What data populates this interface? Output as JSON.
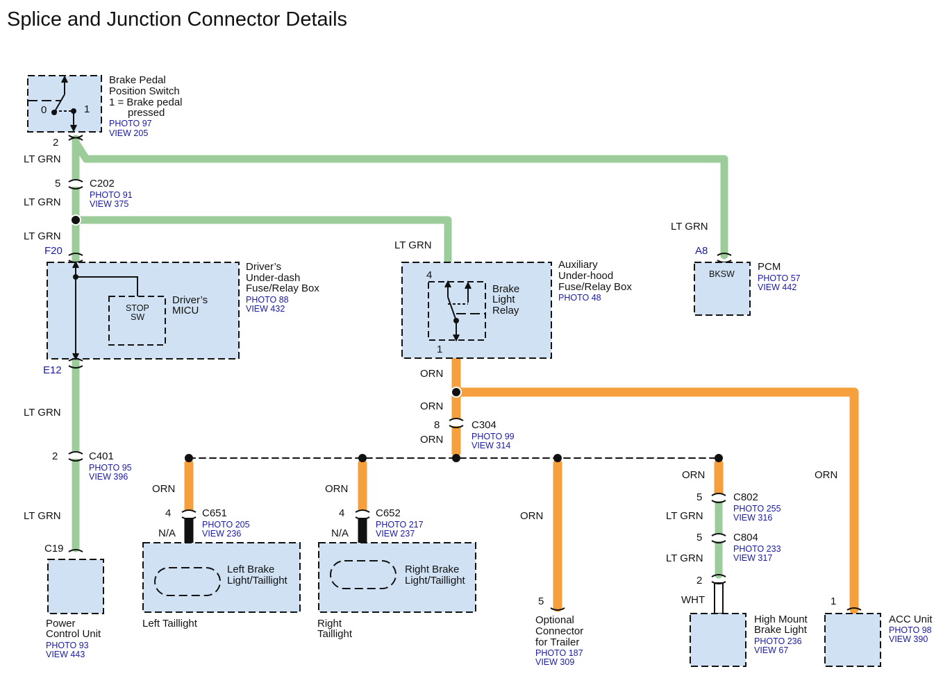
{
  "title": "Splice and Junction Connector Details",
  "colors": {
    "lt_grn": "#9ccc9a",
    "orn": "#f5a03c",
    "box_fill": "#cfe1f3",
    "ref_blue": "#1a1aa6"
  },
  "components": {
    "brake_switch": {
      "name1": "Brake Pedal",
      "name2": "Position Switch",
      "note1": "1 = Brake pedal",
      "note2": "pressed",
      "photo": "PHOTO 97",
      "view": "VIEW 205",
      "pos0": "0",
      "pos1": "1",
      "pin": "2"
    },
    "c202": {
      "name": "C202",
      "photo": "PHOTO 91",
      "view": "VIEW 375",
      "pin": "5"
    },
    "underdash": {
      "name1": "Driver’s",
      "name2": "Under-dash",
      "name3": "Fuse/Relay Box",
      "photo": "PHOTO 88",
      "view": "VIEW 432",
      "pin_top": "F20",
      "pin_bot": "E12",
      "stop1": "STOP",
      "stop2": "SW",
      "micu1": "Driver’s",
      "micu2": "MICU"
    },
    "c401": {
      "name": "C401",
      "photo": "PHOTO 95",
      "view": "VIEW 396",
      "pin": "2"
    },
    "pcu": {
      "name1": "Power",
      "name2": "Control Unit",
      "photo": "PHOTO 93",
      "view": "VIEW 443",
      "pin": "C19"
    },
    "underhood": {
      "name1": "Auxiliary",
      "name2": "Under-hood",
      "name3": "Fuse/Relay Box",
      "photo": "PHOTO 48",
      "relay1": "Brake",
      "relay2": "Light",
      "relay3": "Relay",
      "pin_top": "4",
      "pin_bot": "1"
    },
    "pcm": {
      "name": "PCM",
      "photo": "PHOTO 57",
      "view": "VIEW 442",
      "pin": "A8",
      "terminal": "BKSW"
    },
    "c304": {
      "name": "C304",
      "photo": "PHOTO 99",
      "view": "VIEW 314",
      "pin": "8"
    },
    "c651": {
      "name": "C651",
      "photo": "PHOTO 205",
      "view": "VIEW 236",
      "pin": "4",
      "na": "N/A"
    },
    "left_light": {
      "name1": "Left Brake",
      "name2": "Light/Taillight",
      "caption": "Left Taillight"
    },
    "c652": {
      "name": "C652",
      "photo": "PHOTO 217",
      "view": "VIEW 237",
      "pin": "4",
      "na": "N/A"
    },
    "right_light": {
      "name1": "Right Brake",
      "name2": "Light/Taillight",
      "caption1": "Right",
      "caption2": "Taillight"
    },
    "trailer": {
      "name1": "Optional",
      "name2": "Connector",
      "name3": "for Trailer",
      "photo": "PHOTO 187",
      "view": "VIEW 309",
      "pin": "5"
    },
    "c802": {
      "name": "C802",
      "photo": "PHOTO 255",
      "view": "VIEW 316",
      "pin": "5"
    },
    "c804": {
      "name": "C804",
      "photo": "PHOTO 233",
      "view": "VIEW 317",
      "pin": "5"
    },
    "hmbl": {
      "name1": "High Mount",
      "name2": "Brake Light",
      "photo": "PHOTO 236",
      "view": "VIEW 67",
      "pin": "2"
    },
    "acc": {
      "name": "ACC Unit",
      "photo": "PHOTO 98",
      "view": "VIEW 390",
      "pin": "1"
    }
  },
  "wires": {
    "lt_grn": "LT GRN",
    "orn": "ORN",
    "wht": "WHT"
  }
}
